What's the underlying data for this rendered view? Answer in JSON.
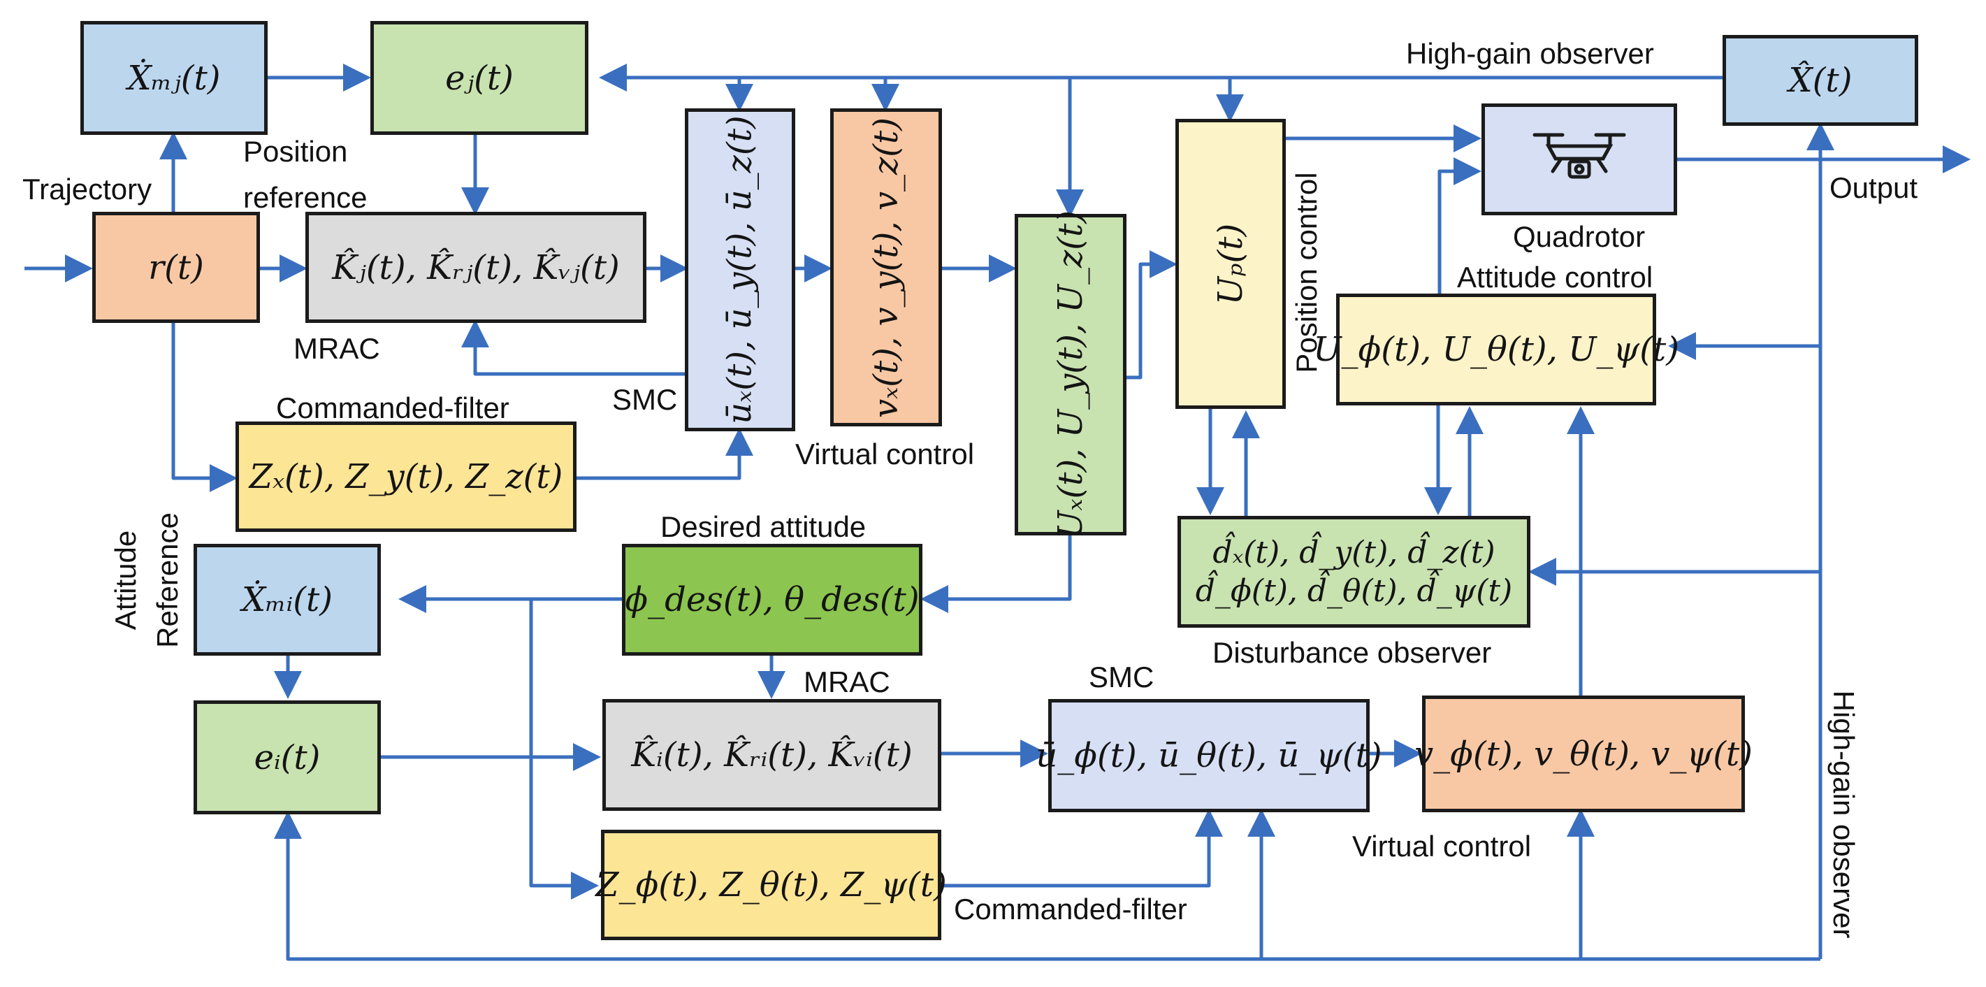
{
  "blocks": {
    "xdot_mj": "Ẋₘⱼ(t)",
    "ej": "eⱼ(t)",
    "r": "r(t)",
    "k_j": "K̂ⱼ(t), K̂ᵣⱼ(t), K̂ᵥⱼ(t)",
    "ubar_xyz": "ūₓ(t), ū_y(t), ū_z(t)",
    "v_xyz": "vₓ(t), v_y(t), v_z(t)",
    "U_xyz": "Uₓ(t), U_y(t), U_z(t)",
    "U_p": "Uₚ(t)",
    "xhat": "X̂(t)",
    "quadrotor_icon": "drone-icon",
    "U_att": "U_ϕ(t), U_θ(t), U_ψ(t)",
    "d_line1": "d̂ₓ(t), d̂_y(t), d̂_z(t)",
    "d_line2": "d̂_ϕ(t), d̂_θ(t), d̂_ψ(t)",
    "Z_xyz": "Zₓ(t), Z_y(t), Z_z(t)",
    "xdot_mi": "Ẋₘᵢ(t)",
    "ei": "eᵢ(t)",
    "des_att": "ϕ_des(t), θ_des(t)",
    "k_i": "K̂ᵢ(t), K̂ᵣᵢ(t), K̂ᵥᵢ(t)",
    "ubar_att": "ū_ϕ(t), ū_θ(t), ū_ψ(t)",
    "v_att": "v_ϕ(t), v_θ(t), v_ψ(t)",
    "Z_att": "Z_ϕ(t), Z_θ(t), Z_ψ(t)"
  },
  "labels": {
    "trajectory": "Trajectory",
    "position_reference_1": "Position",
    "position_reference_2": "reference",
    "mrac_top": "MRAC",
    "smc_top": "SMC",
    "commanded_filter_top": "Commanded-filter",
    "virtual_control_top": "Virtual control",
    "high_gain_observer_top": "High-gain observer",
    "output": "Output",
    "quadrotor": "Quadrotor",
    "attitude_control": "Attitude control",
    "position_control": "Position control",
    "desired_attitude": "Desired attitude",
    "disturbance_observer": "Disturbance observer",
    "attitude_reference_1": "Attitude",
    "attitude_reference_2": "Reference",
    "mrac_bottom": "MRAC",
    "smc_bottom": "SMC",
    "virtual_control_bottom": "Virtual control",
    "commanded_filter_bottom": "Commanded-filter",
    "high_gain_observer_right": "High-gain observer"
  },
  "colors": {
    "wire": "#3a6fbf",
    "block_border": "#1b1b1b",
    "blue": "#bcd6ee",
    "green": "#c8e2b0",
    "gray": "#dcdcdc",
    "peach": "#f8c8a4",
    "lavender": "#d6dff3",
    "cream": "#fdf3c9",
    "yellow": "#fde596",
    "dark_green": "#8cc54f"
  }
}
